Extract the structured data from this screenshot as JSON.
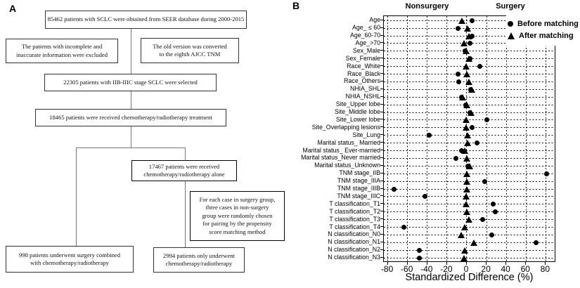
{
  "panelA": {
    "label": "A",
    "boxes": [
      {
        "name": "box-seer-cohort",
        "text": "85462 patients with SCLC were obtained from SEER database during 2000-2015"
      },
      {
        "name": "box-excluded",
        "text": "The patients with incomplete and\ninaccurate information were excluded"
      },
      {
        "name": "box-ajcc-conversion",
        "text": "The old version was converted\nto the eighth AJCC TNM"
      },
      {
        "name": "box-stage-selected",
        "text": "22305 patients with IIB-IIIC stage SCLC were selected"
      },
      {
        "name": "box-chemo-radio",
        "text": "18465 patients were received chemotherapy/radiotherapy treatment"
      },
      {
        "name": "box-chemo-alone",
        "text": "17467 patients were received\nchemotherapy/radiotherapy alone"
      },
      {
        "name": "box-psm-method",
        "text": "For each case in surgery group,\nthree cases in non-surgery\ngroup were randomly chosen\nfor pairing by the propensity\nscore matching method"
      },
      {
        "name": "box-surgery-group",
        "text": "998 patients underwent surgery combined\nwith chemotherapy/radiotherapy"
      },
      {
        "name": "box-nonsurgery-group",
        "text": "2994 patients only underwent\nchemotherapy/radiotherapy"
      }
    ]
  },
  "panelB": {
    "label": "B",
    "group_left": "Nonsurgery",
    "group_right": "Surgery",
    "legend": [
      {
        "marker": "circle",
        "label": "Before matching"
      },
      {
        "marker": "triangle",
        "label": "After matching"
      }
    ]
  },
  "chart_data": {
    "type": "scatter",
    "title": "Covariate balance before and after propensity score matching",
    "xlabel": "Standardized Difference (%)",
    "ylabel": "",
    "xlim": [
      -84,
      89
    ],
    "xticks": [
      -80,
      -60,
      -40,
      -20,
      0,
      20,
      40,
      60,
      80
    ],
    "grid": "dashed-both",
    "legend_position": "top-right",
    "group_labels": {
      "negative_side": "Nonsurgery",
      "positive_side": "Surgery"
    },
    "categories": [
      "Age",
      "Age_ ≤ 60",
      "Age_60-70",
      "Age_>70",
      "Sex_Male",
      "Sex_Female",
      "Race_White",
      "Race_Black",
      "Race_Others",
      "NHIA_SHL",
      "NHIA_NSHL",
      "Site_Upper lobe",
      "Site_Middle lobe",
      "Site_Lower lobe",
      "Site_Overlapping lesions",
      "Site_Lung",
      "Marital status_ Married",
      "Marital status_ Ever-married",
      "Marital status_Never married",
      "Marital status_Unknown",
      "TNM stage_IIB",
      "TNM stage_IIIA",
      "TNM stage_IIIB",
      "TNM stage_IIIC",
      "T classification_T1",
      "T classification_T2",
      "T classification_T3",
      "T classification_T4",
      "N classification_N0",
      "N classification_N1",
      "N classification_N2",
      "N classification_N3"
    ],
    "series": [
      {
        "name": "Before matching",
        "marker": "circle",
        "values": [
          5,
          -9,
          5,
          3,
          -2,
          3,
          13,
          -9,
          -8,
          4,
          -5,
          -1,
          3,
          20,
          5,
          -38,
          10,
          -5,
          -11,
          1,
          81,
          18,
          -74,
          -42,
          27,
          29,
          16,
          -64,
          25,
          70,
          -48,
          -48
        ]
      },
      {
        "name": "After matching",
        "marker": "triangle",
        "values": [
          -5,
          1,
          2,
          -3,
          -1,
          2,
          -1,
          0,
          2,
          5,
          -4,
          0,
          4,
          -1,
          -1,
          1,
          1,
          -2,
          0,
          3,
          0,
          0,
          0,
          -1,
          -1,
          0,
          2,
          -2,
          -6,
          7,
          -2,
          -3
        ]
      }
    ]
  }
}
